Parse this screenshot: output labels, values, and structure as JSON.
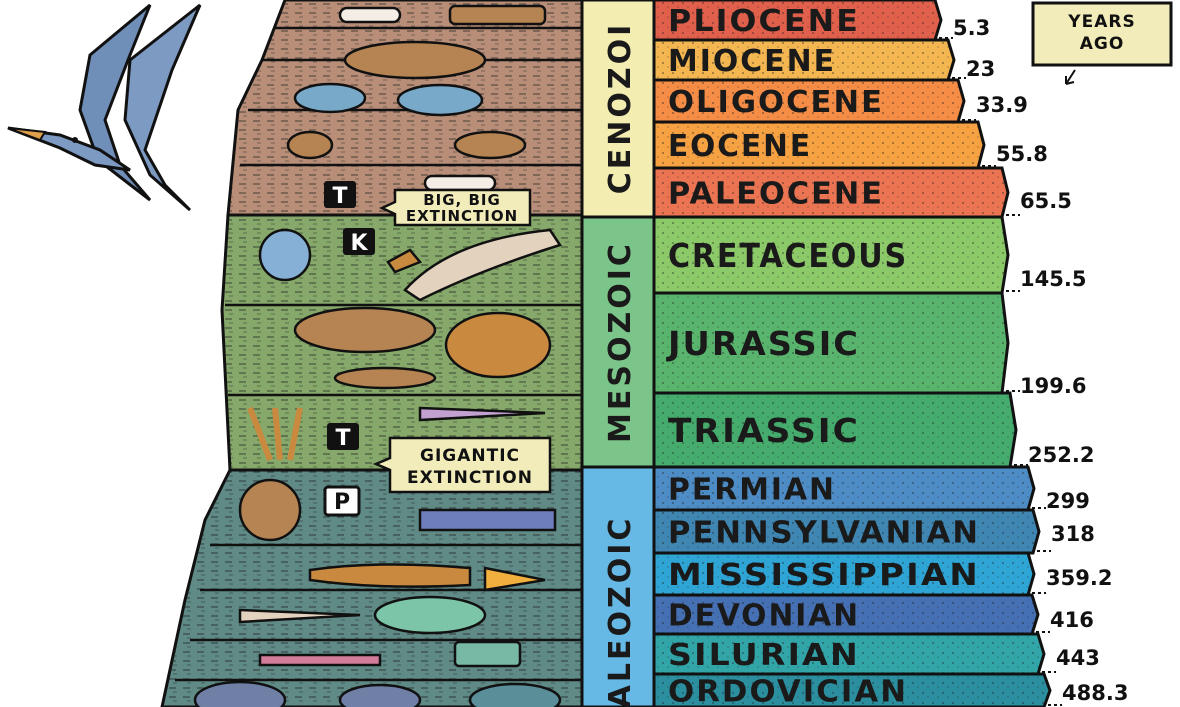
{
  "years_ago_label": [
    "YEARS",
    "AGO"
  ],
  "eras": [
    {
      "name": "CENOZOIC",
      "shown": "CENOZOI",
      "color": "#f3edb2"
    },
    {
      "name": "MESOZOIC",
      "shown": "MESOZOIC",
      "color": "#7cc58a"
    },
    {
      "name": "PALEOZOIC",
      "shown": "ALEOZOIC",
      "color": "#67b9e5"
    }
  ],
  "periods": [
    {
      "name": "PLIOCENE",
      "age": "5.3",
      "color": "#e1604b"
    },
    {
      "name": "MIOCENE",
      "age": "23",
      "color": "#f4b651"
    },
    {
      "name": "OLIGOCENE",
      "age": "33.9",
      "color": "#f58d47"
    },
    {
      "name": "EOCENE",
      "age": "55.8",
      "color": "#f6a142"
    },
    {
      "name": "PALEOCENE",
      "age": "65.5",
      "color": "#eb7552"
    },
    {
      "name": "CRETACEOUS",
      "age": "145.5",
      "color": "#8cc968"
    },
    {
      "name": "JURASSIC",
      "age": "199.6",
      "color": "#59b56d"
    },
    {
      "name": "TRIASSIC",
      "age": "252.2",
      "color": "#46ac6e"
    },
    {
      "name": "PERMIAN",
      "age": "299",
      "color": "#4e8cc5"
    },
    {
      "name": "PENNSYLVANIAN",
      "age": "318",
      "color": "#3f86b3"
    },
    {
      "name": "MISSISSIPPIAN",
      "age": "359.2",
      "color": "#2ea5d4"
    },
    {
      "name": "DEVONIAN",
      "age": "416",
      "color": "#4670b4"
    },
    {
      "name": "SILURIAN",
      "age": "443",
      "color": "#31a5a8"
    },
    {
      "name": "ORDOVICIAN",
      "age": "488.3",
      "color": "#2b8f9f"
    }
  ],
  "markers": [
    "T",
    "K",
    "T",
    "P"
  ],
  "callouts": [
    {
      "lines": [
        "BIG, BIG",
        "EXTINCTION"
      ]
    },
    {
      "lines": [
        "GIGANTIC",
        "EXTINCTION"
      ]
    }
  ],
  "colors": {
    "ink": "#111111",
    "rock_cenozoic": "#b88e78",
    "rock_mesozoic": "#86a86a",
    "rock_paleozoic": "#5f8a86",
    "callout_bg": "#f1ecba",
    "fossil": "#b58452",
    "fossil_blue": "#78a9c9",
    "pterosaur": "#7d9ac2"
  }
}
